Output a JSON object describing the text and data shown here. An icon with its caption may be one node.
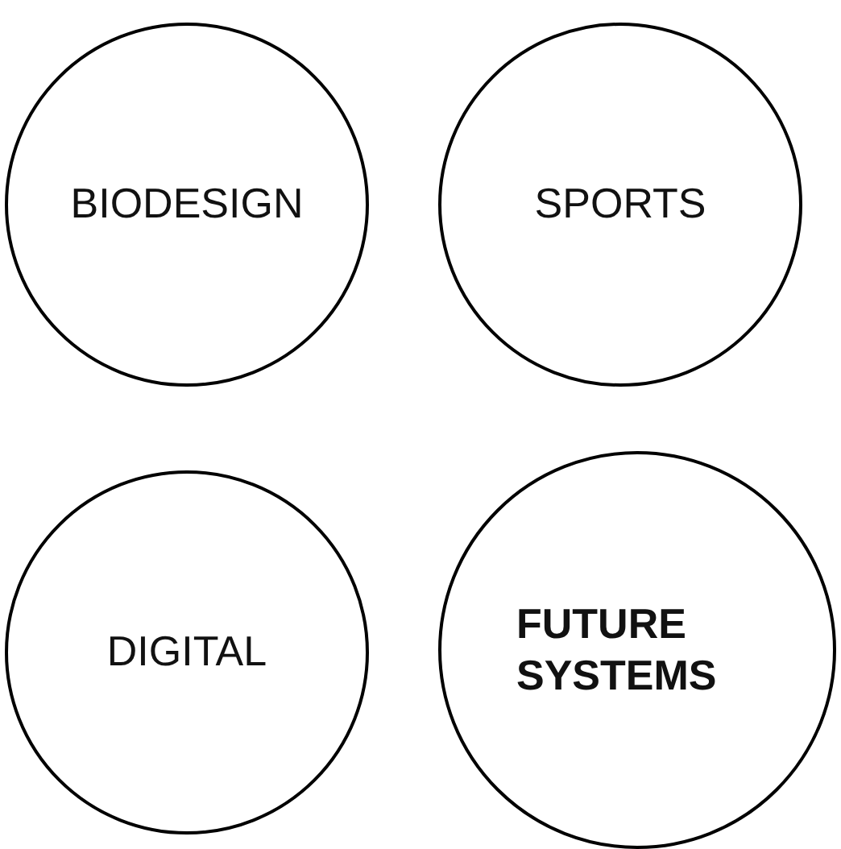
{
  "diagram": {
    "nodes": [
      {
        "text": [
          "BIODESIGN"
        ]
      },
      {
        "text": [
          "SPORTS"
        ]
      },
      {
        "text": [
          "DIGITAL"
        ]
      },
      {
        "text": [
          "FUTURE SYSTEMS"
        ]
      }
    ]
  }
}
